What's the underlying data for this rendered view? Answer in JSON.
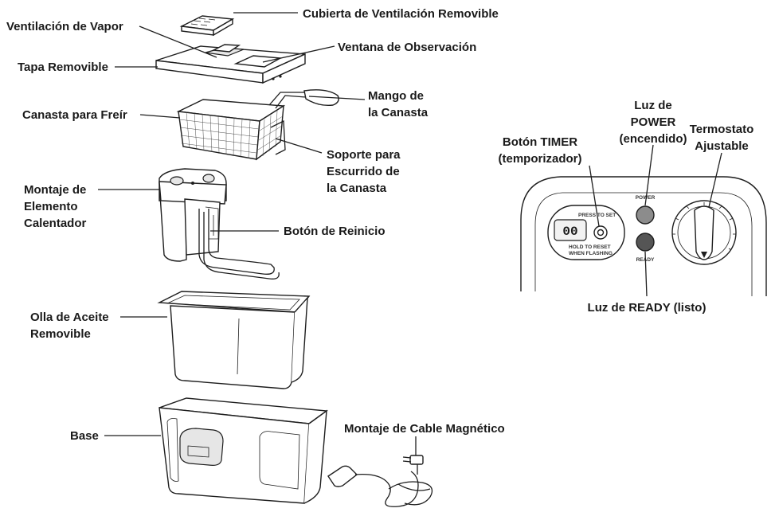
{
  "labels": {
    "vent_cover": "Cubierta de Ventilación Removible",
    "steam_vent": "Ventilación de Vapor",
    "viewing_window": "Ventana de Observación",
    "removable_lid": "Tapa Removible",
    "basket_handle_1": "Mango de",
    "basket_handle_2": "la Canasta",
    "fry_basket": "Canasta para Freír",
    "drain_hook_1": "Soporte para",
    "drain_hook_2": "Escurrido de",
    "drain_hook_3": "la Canasta",
    "heating_1": "Montaje de",
    "heating_2": "Elemento",
    "heating_3": "Calentador",
    "reset_button": "Botón de Reinicio",
    "oil_pot_1": "Olla de Aceite",
    "oil_pot_2": "Removible",
    "base": "Base",
    "cord": "Montaje de Cable Magnético",
    "power_light_1": "Luz de",
    "power_light_2": "POWER",
    "power_light_3": "(encendido)",
    "timer_button_1": "Botón TIMER",
    "timer_button_2": "(temporizador)",
    "thermostat_1": "Termostato",
    "thermostat_2": "Ajustable",
    "ready_light": "Luz de READY (listo)"
  },
  "panel": {
    "timer_display": "00",
    "timer_top_text": "PRESS TO SET",
    "timer_bottom_text_1": "HOLD TO RESET",
    "timer_bottom_text_2": "WHEN FLASHING",
    "power_text": "POWER",
    "ready_text": "READY",
    "colors": {
      "power_light": "#8c8c8c",
      "ready_light": "#555555"
    }
  }
}
